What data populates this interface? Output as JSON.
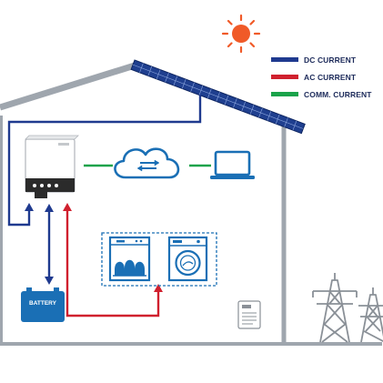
{
  "legend": {
    "items": [
      {
        "label": "DC CURRENT",
        "color": "#1f3a8f"
      },
      {
        "label": "AC CURRENT",
        "color": "#d0202e"
      },
      {
        "label": "COMM. CURRENT",
        "color": "#1aa34a"
      }
    ]
  },
  "battery": {
    "label": "BATTERY"
  },
  "colors": {
    "dc": "#1f3a8f",
    "ac": "#d0202e",
    "comm": "#1aa34a",
    "house": "#9fa6ae",
    "sun": "#f05a28",
    "device": "#1a6fb5"
  },
  "icons": [
    "sun-icon",
    "solar-panel-icon",
    "inverter-icon",
    "cloud-icon",
    "laptop-icon",
    "battery-icon",
    "dishwasher-icon",
    "washing-machine-icon",
    "meter-icon",
    "power-tower-icon"
  ]
}
